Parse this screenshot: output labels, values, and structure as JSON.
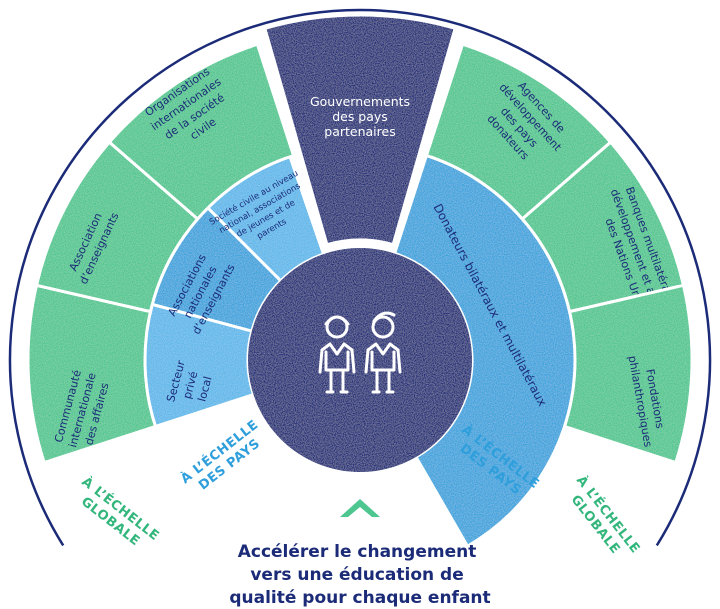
{
  "colors": {
    "outer_green": "#4dc68f",
    "mid_blue": "#39a3dd",
    "inner_blue": "#5bb7ea",
    "navy": "#1b2b78",
    "text_navy": "#1b2b78",
    "label_green": "#32b67c",
    "label_blue": "#2f9fdc",
    "white": "#ffffff"
  },
  "segments": {
    "outer": [
      {
        "name": "outer-communaute",
        "lines": [
          "Communauté",
          "internationale",
          "des affaires"
        ]
      },
      {
        "name": "outer-association-enseignants",
        "lines": [
          "Association",
          "d’enseignants"
        ]
      },
      {
        "name": "outer-osc-internationales",
        "lines": [
          "Organisations",
          "internationales",
          "de la société",
          "civile"
        ]
      },
      {
        "name": "outer-gouvernements",
        "lines": [
          "Gouvernements",
          "des pays",
          "partenaires"
        ]
      },
      {
        "name": "outer-agences",
        "lines": [
          "Agences de",
          "développement",
          "des pays",
          "donateurs"
        ]
      },
      {
        "name": "outer-banques",
        "lines": [
          "Banques multilatérales de",
          "développement et agences",
          "des Nations Unies"
        ]
      },
      {
        "name": "outer-fondations",
        "lines": [
          "Fondations",
          "philanthropiques"
        ]
      }
    ],
    "inner": [
      {
        "name": "inner-secteur-prive",
        "lines": [
          "Secteur",
          "privé",
          "local"
        ]
      },
      {
        "name": "inner-associations-nationales",
        "lines": [
          "Associations",
          "nationales",
          "d’enseignants"
        ]
      },
      {
        "name": "inner-societe-civile",
        "lines": [
          "Société civile au niveau",
          "national, associations",
          "de jeunes et de",
          "parents"
        ]
      },
      {
        "name": "inner-donateurs",
        "lines": [
          "Donateurs bilatéraux et multilatéraux"
        ]
      }
    ]
  },
  "labels": {
    "global_left": [
      "À L’ÉCHELLE",
      "GLOBALE"
    ],
    "pays_left": [
      "À L’ÉCHELLE",
      "DES PAYS"
    ],
    "pays_right": [
      "À L’ÉCHELLE",
      "DES PAYS"
    ],
    "global_right": [
      "À L’ÉCHELLE",
      "GLOBALE"
    ]
  },
  "caption": [
    "Accélérer le changement",
    "vers une éducation de",
    "qualité pour chaque enfant"
  ],
  "icons": {
    "center": "children-icon",
    "arrow": "chevron-up-icon"
  }
}
